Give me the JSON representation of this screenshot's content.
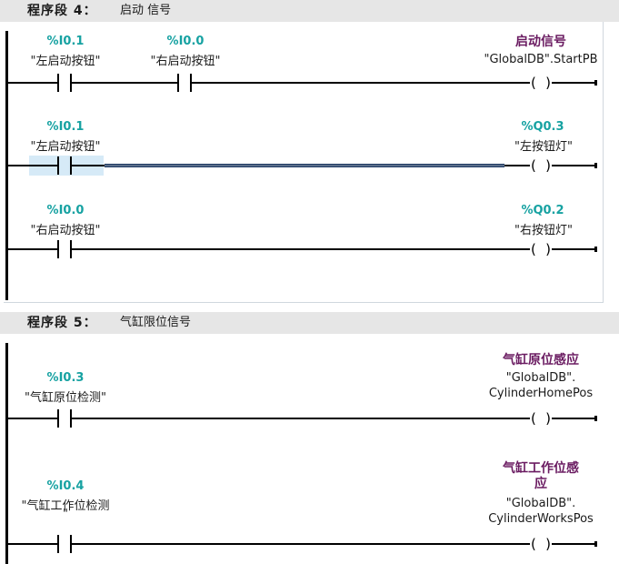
{
  "network4": {
    "number": "程序段 4：",
    "title": "启动 信号",
    "rung1": {
      "contact1": {
        "address": "%I0.1",
        "tag": "\"左启动按钮\""
      },
      "contact2": {
        "address": "%I0.0",
        "tag": "\"右启动按钮\""
      },
      "coil": {
        "name": "启动信号",
        "tag": "\"GlobalDB\".StartPB"
      }
    },
    "rung2": {
      "contact1": {
        "address": "%I0.1",
        "tag": "\"左启动按钮\""
      },
      "coil": {
        "address": "%Q0.3",
        "tag": "\"左按钮灯\""
      }
    },
    "rung3": {
      "contact1": {
        "address": "%I0.0",
        "tag": "\"右启动按钮\""
      },
      "coil": {
        "address": "%Q0.2",
        "tag": "\"右按钮灯\""
      }
    }
  },
  "network5": {
    "number": "程序段 5：",
    "title": "气缸限位信号",
    "rung1": {
      "contact1": {
        "address": "%I0.3",
        "tag": "\"气缸原位检测\""
      },
      "coil": {
        "name": "气缸原位感应",
        "tag_line1": "\"GlobalDB\".",
        "tag_line2": "CylinderHomePos"
      }
    },
    "rung2": {
      "contact1": {
        "address": "%I0.4",
        "tag_line1": "\"气缸工作位检测",
        "tag_line2": "\""
      },
      "coil": {
        "name_line1": "气缸工作位感",
        "name_line2": "应",
        "tag_line1": "\"GlobalDB\".",
        "tag_line2": "CylinderWorksPos"
      }
    }
  },
  "symbols": {
    "coil_open": "(",
    "coil_close": ")"
  }
}
